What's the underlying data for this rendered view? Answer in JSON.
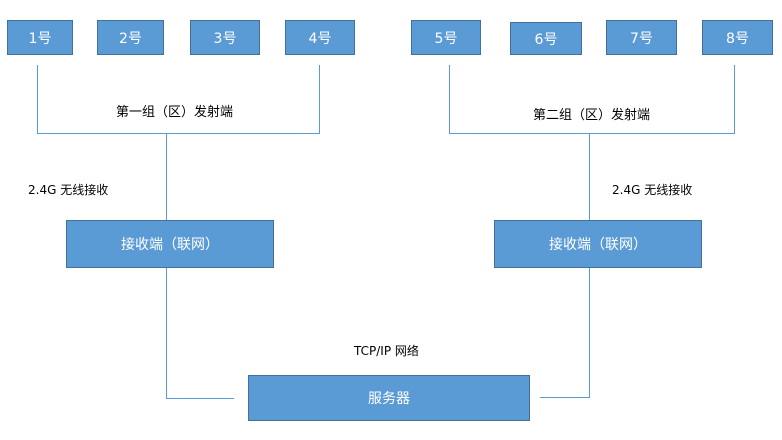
{
  "group1": {
    "transmitters": [
      "1号",
      "2号",
      "3号",
      "4号"
    ],
    "label": "第一组（区）发射端",
    "wireless": "2.4G 无线接收",
    "receiver": "接收端（联网）"
  },
  "group2": {
    "transmitters": [
      "5号",
      "6号",
      "7号",
      "8号"
    ],
    "label": "第二组（区）发射端",
    "wireless": "2.4G 无线接收",
    "receiver": "接收端（联网）"
  },
  "network": {
    "label": "TCP/IP 网络"
  },
  "server": {
    "label": "服务器"
  },
  "colors": {
    "box_fill": "#5b9bd5",
    "box_border": "#41719c",
    "line": "#5b9bd5"
  }
}
